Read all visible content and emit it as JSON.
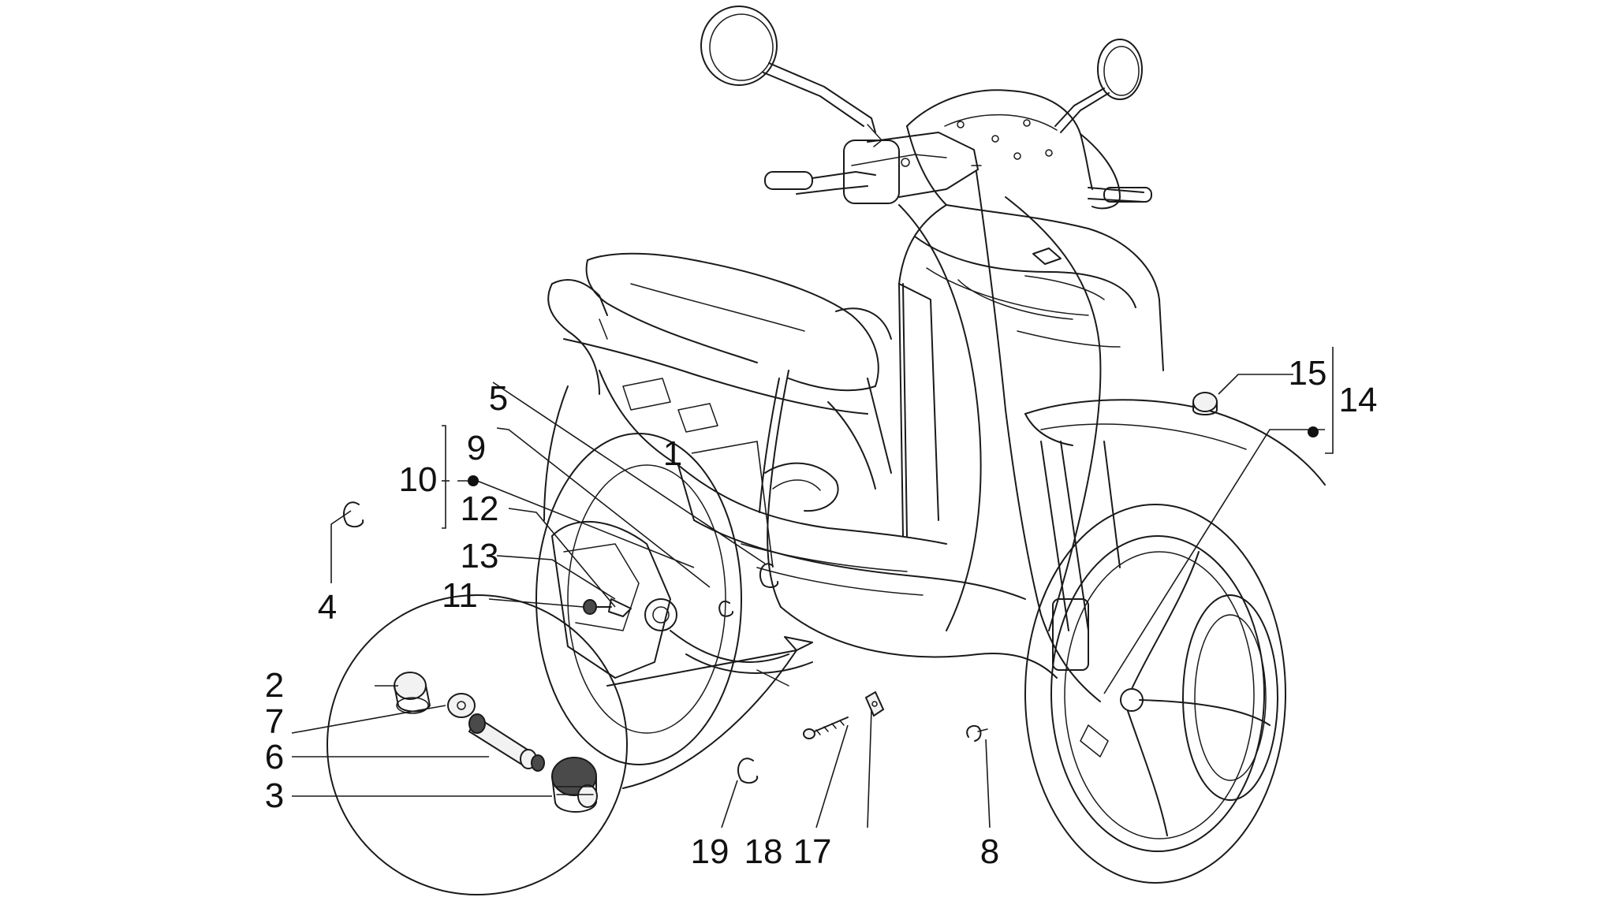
{
  "callouts": {
    "c1": "1",
    "c2": "2",
    "c3": "3",
    "c4": "4",
    "c5": "5",
    "c6": "6",
    "c7": "7",
    "c8": "8",
    "c9": "9",
    "c10": "10",
    "c11": "11",
    "c12": "12",
    "c13": "13",
    "c14": "14",
    "c15": "15",
    "c17": "17",
    "c18": "18",
    "c19": "19"
  },
  "colors": {
    "ink": "#1a1a1a",
    "background": "#ffffff"
  }
}
